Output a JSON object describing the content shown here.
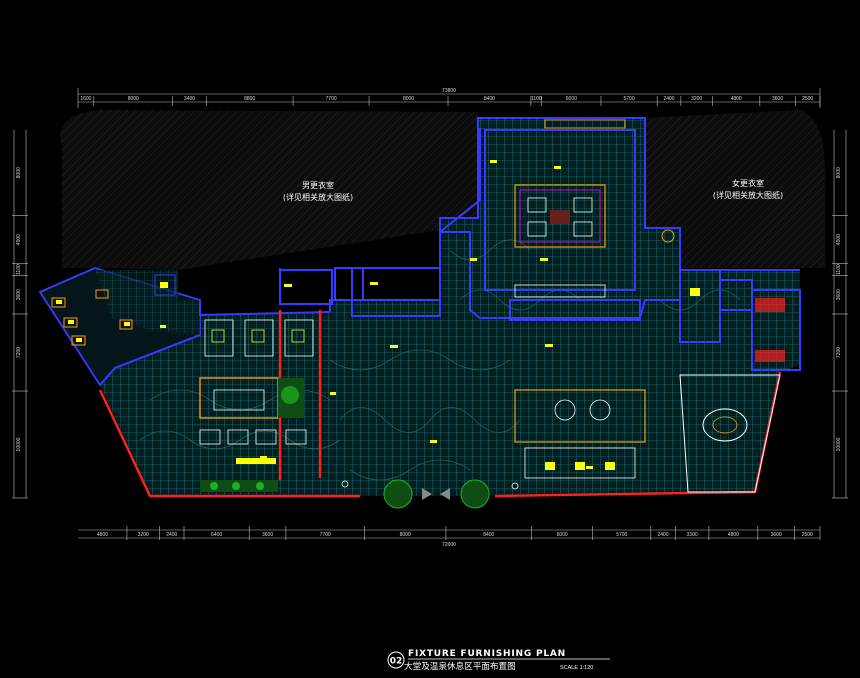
{
  "drawing": {
    "title_en": "FIXTURE FURNISHING PLAN",
    "title_cn": "大堂及温泉休息区平面布置图",
    "number": "02",
    "scale": "SCALE 1:120"
  },
  "rooms": {
    "men_locker": {
      "line1": "男更衣室",
      "line2": "(详见相关放大图纸)"
    },
    "women_locker": {
      "line1": "女更衣室",
      "line2": "(详见相关放大图纸)"
    }
  },
  "dimensions": {
    "top_total": "73800",
    "top": [
      "1600",
      "8000",
      "3400",
      "8800",
      "7700",
      "8000",
      "8400",
      "1100",
      "6000",
      "5700",
      "2400",
      "3200",
      "4800",
      "3600",
      "2500"
    ],
    "bottom_total": "72000",
    "bottom": [
      "4800",
      "3200",
      "2400",
      "6400",
      "3600",
      "7700",
      "8000",
      "8400",
      "6000",
      "5700",
      "2400",
      "3300",
      "4800",
      "3600",
      "2500"
    ],
    "left": [
      "8000",
      "4500",
      "1100",
      "3600",
      "7200",
      "10000"
    ],
    "right": [
      "8000",
      "4500",
      "1100",
      "3600",
      "7200",
      "10000"
    ]
  },
  "colors": {
    "background": "#000000",
    "grid": "#0aa3a3",
    "wall_blue": "#3a3aff",
    "wall_red": "#ff2020",
    "dim_line": "#bfbfbf",
    "furniture_yellow": "#ffff00",
    "plant_green": "#1fb21f",
    "magenta": "#ff00ff",
    "white": "#ffffff",
    "orange": "#ff9900"
  }
}
